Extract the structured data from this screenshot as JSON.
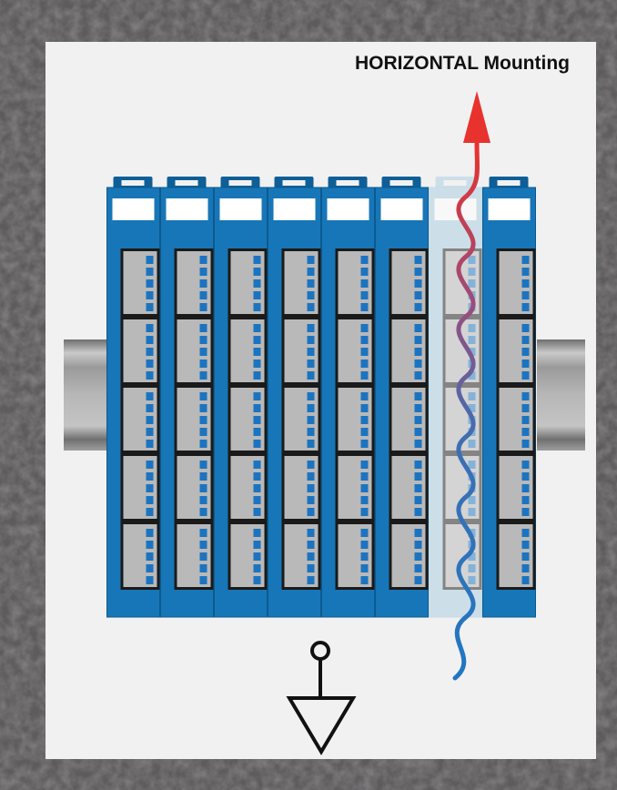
{
  "title": "HORIZONTAL Mounting",
  "colors": {
    "frame": "#5e5b5d",
    "panel": "#f1f1f1",
    "module_blue": "#1776b7",
    "module_dark": "#0e5f97",
    "removed_slot": "#a9cfe3",
    "terminal_gray": "#b9b9b9",
    "dot_blue": "#1c74c0",
    "rail": "#a8a8a8",
    "arrow_hot": "#e8322d",
    "arrow_cool": "#1f77c3"
  },
  "modules": [
    {
      "id": "module-1",
      "state": "installed"
    },
    {
      "id": "module-2",
      "state": "installed"
    },
    {
      "id": "module-3",
      "state": "installed"
    },
    {
      "id": "module-4",
      "state": "installed"
    },
    {
      "id": "module-5",
      "state": "installed"
    },
    {
      "id": "module-6",
      "state": "installed"
    },
    {
      "id": "module-7",
      "state": "empty"
    },
    {
      "id": "module-8",
      "state": "installed"
    }
  ],
  "terminal_blocks_per_module": 5,
  "terminal_dots_per_block": 5,
  "icons": [
    "ground-symbol-icon",
    "airflow-arrow-icon"
  ]
}
